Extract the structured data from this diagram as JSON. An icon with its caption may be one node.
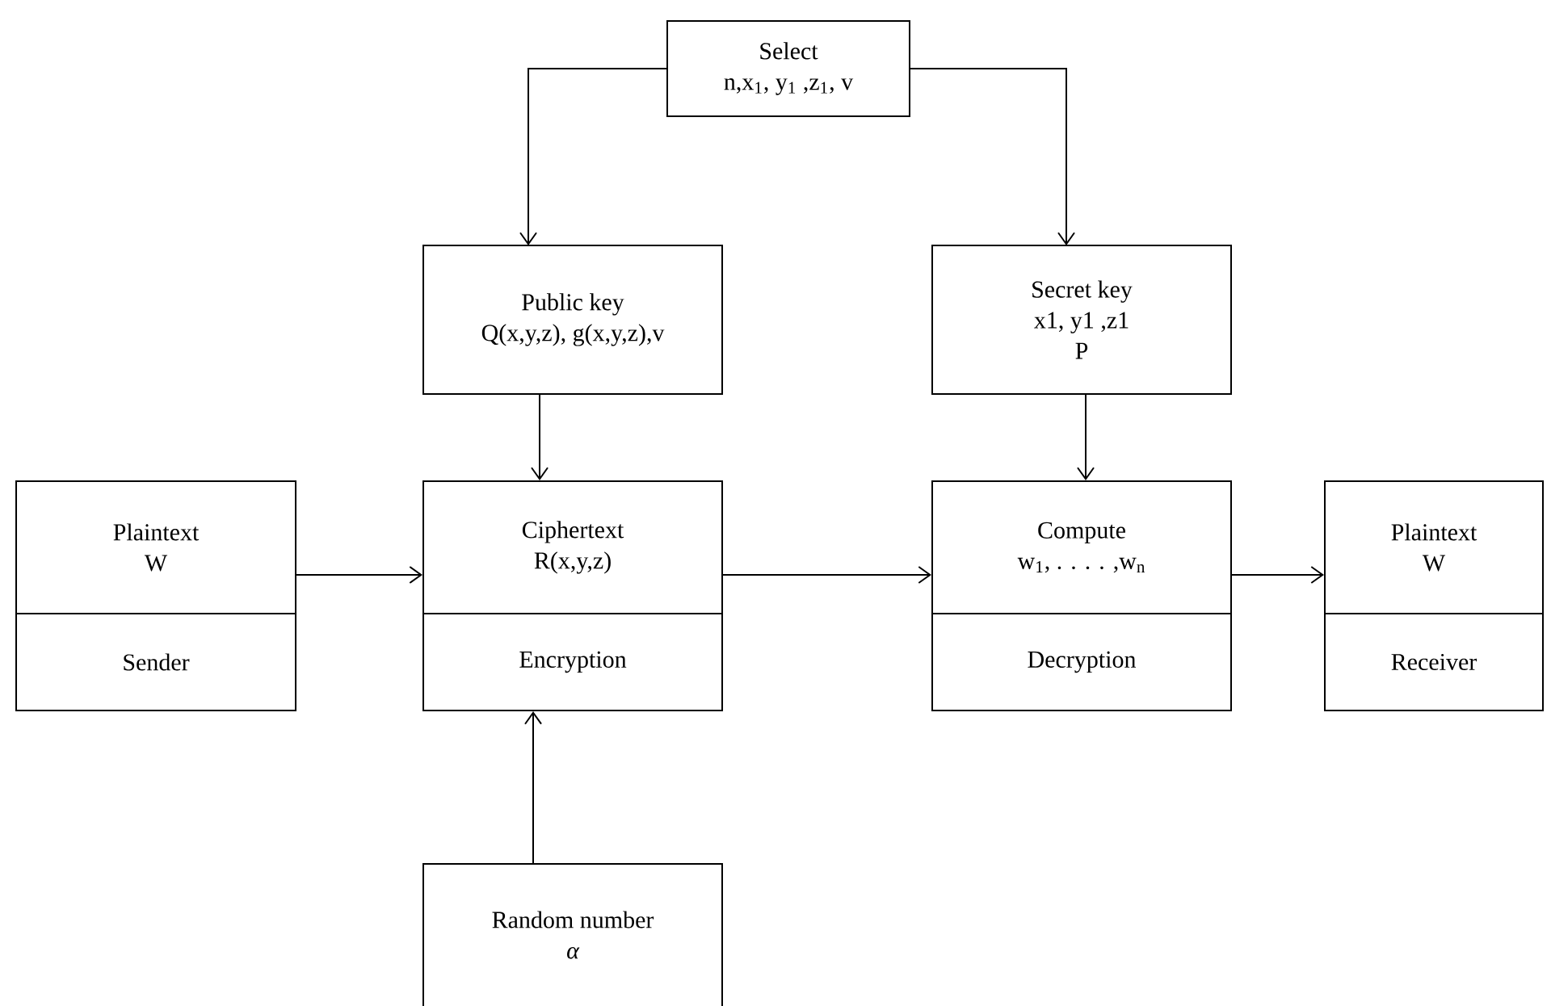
{
  "diagram": {
    "nodes": [
      {
        "text": [
          "Select",
          "n,x$_{1}$, y$_{1}$ ,z$_{1}$, v"
        ]
      },
      {
        "text": [
          "Public key",
          "Q(x,y,z), g(x,y,z),v"
        ]
      },
      {
        "text": [
          "Secret key",
          "x1, y1 ,z1",
          "P"
        ]
      },
      {
        "text": [
          "Plaintext",
          "W"
        ]
      },
      {
        "text": [
          "Sender"
        ]
      },
      {
        "text": [
          "Ciphertext",
          "R(x,y,z)"
        ]
      },
      {
        "text": [
          "Encryption"
        ]
      },
      {
        "text": [
          "Compute",
          "w$_{1}$, . . . . ,w$_{n}$"
        ]
      },
      {
        "text": [
          "Decryption"
        ]
      },
      {
        "text": [
          "Plaintext",
          "W"
        ]
      },
      {
        "text": [
          "Receiver"
        ]
      },
      {
        "text": [
          "Random number",
          "α"
        ]
      }
    ],
    "edges": [
      {
        "from": 0,
        "to": 1,
        "arrow": "to"
      },
      {
        "from": 0,
        "to": 2,
        "arrow": "to"
      },
      {
        "from": 1,
        "to": 5,
        "arrow": "to"
      },
      {
        "from": 2,
        "to": 7,
        "arrow": "to"
      },
      {
        "from": 3,
        "to": 5,
        "arrow": "to"
      },
      {
        "from": 5,
        "to": 7,
        "arrow": "to"
      },
      {
        "from": 7,
        "to": 9,
        "arrow": "to"
      },
      {
        "from": 11,
        "to": 6,
        "arrow": "to"
      }
    ]
  }
}
